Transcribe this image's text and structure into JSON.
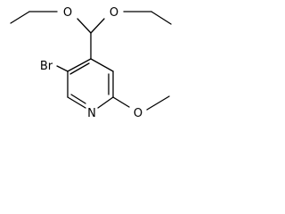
{
  "molecule": {
    "atoms": {
      "o1": "O",
      "o2": "O",
      "br": "Br",
      "n": "N",
      "o3": "O"
    }
  }
}
